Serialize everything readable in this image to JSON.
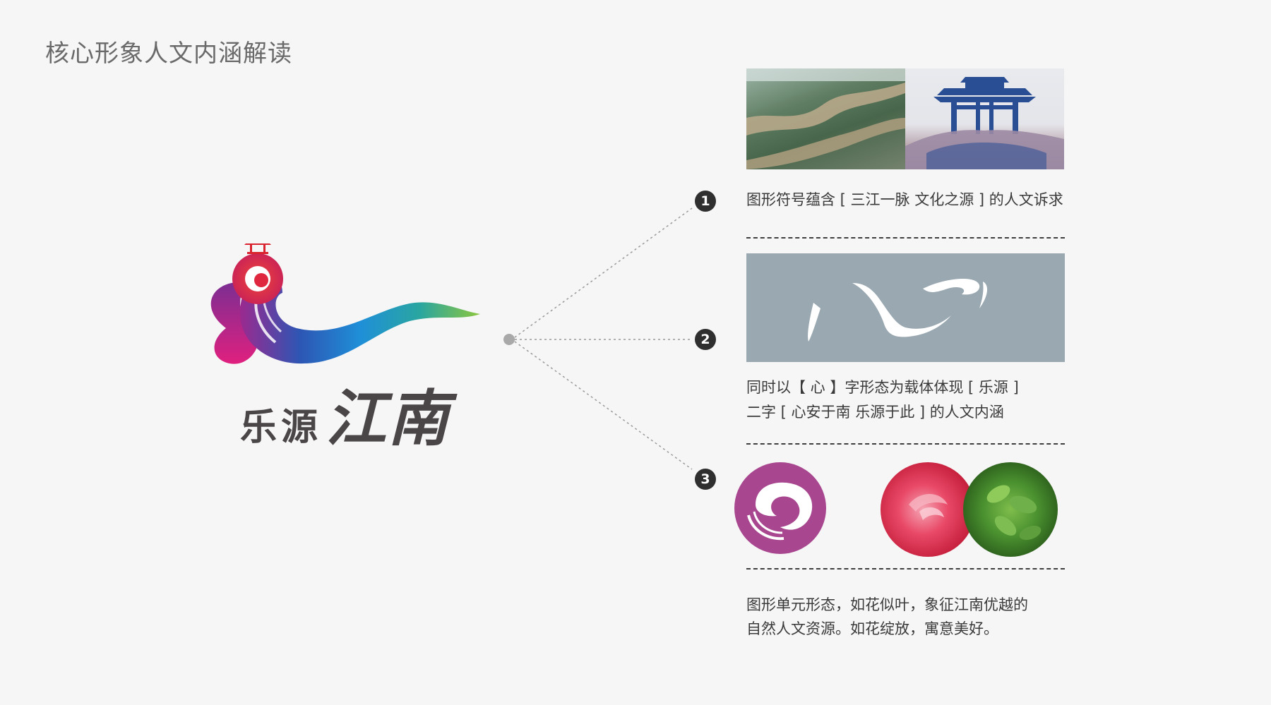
{
  "page": {
    "title": "核心形象人文内涵解读"
  },
  "logo": {
    "text_small": "乐源",
    "text_big": "江南",
    "colors": {
      "red": "#e1253b",
      "purple": "#8a2f93",
      "blue": "#1d72c4",
      "green": "#6bbf4b",
      "text": "#4a4546"
    }
  },
  "badges": [
    "1",
    "2",
    "3"
  ],
  "sections": {
    "one": {
      "caption": "图形符号蕴含 [ 三江一脉  文化之源 ] 的人文诉求",
      "images": [
        "river-aerial-photo",
        "pavilion-gate-photo"
      ]
    },
    "two": {
      "glyph": "心",
      "caption_line1": "同时以【 心 】字形态为载体体现 [  乐源  ]",
      "caption_line2": "二字 [ 心安于南   乐源于此 ] 的人文内涵"
    },
    "three": {
      "images": [
        "logo-unit-circle",
        "rose-photo",
        "leaf-photo"
      ],
      "caption_line1": "图形单元形态，如花似叶，象征江南优越的",
      "caption_line2": "自然人文资源。如花绽放，寓意美好。"
    }
  }
}
